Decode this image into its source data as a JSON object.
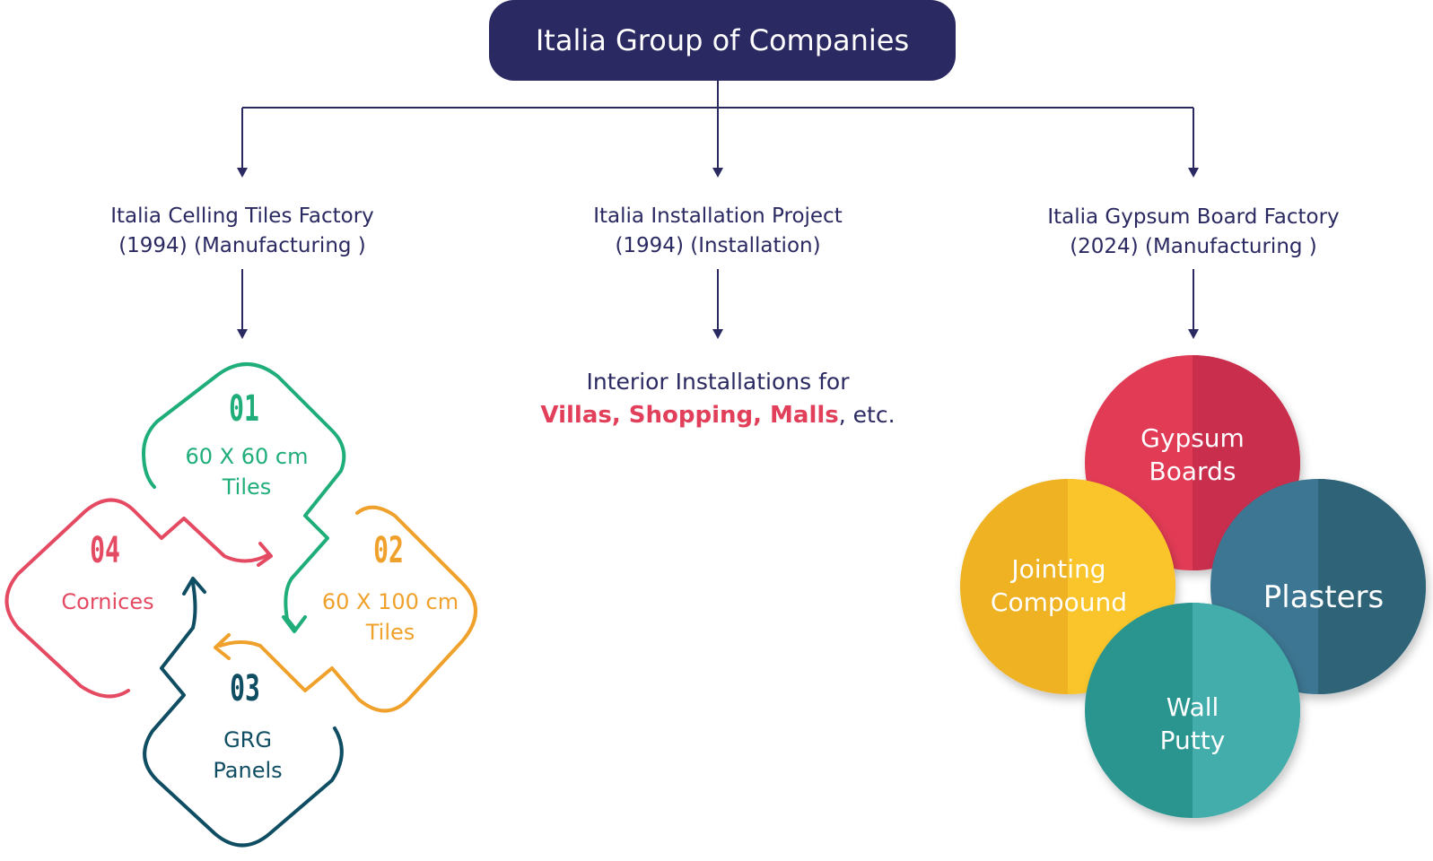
{
  "title": "Italia Group of Companies",
  "branches": [
    {
      "line1": "Italia Celling Tiles Factory",
      "line2": "(1994) (Manufacturing )"
    },
    {
      "line1": "Italia Installation Project",
      "line2": "(1994) (Installation)"
    },
    {
      "line1": "Italia Gypsum Board Factory",
      "line2": "(2024) (Manufacturing )"
    }
  ],
  "installation": {
    "line1": "Interior Installations for",
    "highlight": "Villas, Shopping, Malls",
    "suffix": ", etc."
  },
  "products": [
    {
      "number": "01",
      "line1": "60 X 60 cm",
      "line2": "Tiles",
      "color": "#1fae7a"
    },
    {
      "number": "02",
      "line1": "60 X 100 cm",
      "line2": "Tiles",
      "color": "#f0a12b"
    },
    {
      "number": "03",
      "line1": "GRG",
      "line2": "Panels",
      "color": "#0f4d63"
    },
    {
      "number": "04",
      "line1": "Cornices",
      "line2": "",
      "color": "#e54a63"
    }
  ],
  "materials": [
    {
      "line1": "Gypsum",
      "line2": "Boards",
      "color_light": "#e23b57",
      "color_dark": "#c92f4d"
    },
    {
      "line1": "Jointing",
      "line2": "Compound",
      "color_light": "#f9c52c",
      "color_dark": "#eeb223"
    },
    {
      "line1": "Plasters",
      "line2": "",
      "color_light": "#3d7692",
      "color_dark": "#2e6478"
    },
    {
      "line1": "Wall",
      "line2": "Putty",
      "color_light": "#43adab",
      "color_dark": "#2a948f"
    }
  ],
  "colors": {
    "primary": "#2a2961",
    "accent": "#e2405a"
  }
}
